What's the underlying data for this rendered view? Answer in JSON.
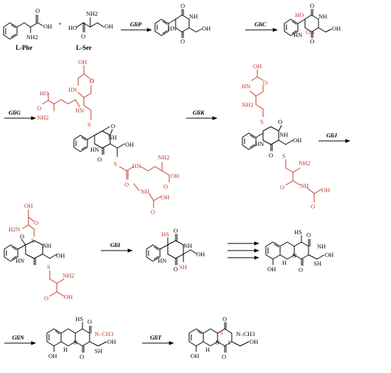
{
  "compounds": {
    "phe": {
      "name": "L-Phe",
      "oh": "OH",
      "o": "O",
      "nh2": "NH2"
    },
    "ser": {
      "name": "L-Ser",
      "ho": "HO",
      "o": "O",
      "nh2": "NH2",
      "oh": "OH"
    },
    "plus": "+",
    "dkp": {
      "hn": "HN",
      "nh": "NH",
      "o1": "O",
      "o2": "O",
      "oh": "OH"
    },
    "dihydroxy": {
      "hn": "HN",
      "nh": "NH",
      "o1": "O",
      "o2": "O",
      "oh1": "HO",
      "oh2": "OH",
      "oh3": "OH"
    },
    "bisGsh": {
      "oh1": "OH",
      "o1": "O",
      "hn": "HN",
      "o2": "O",
      "ho": "HO",
      "o3": "O",
      "nh2": "NH2",
      "hn2": "HN",
      "o4": "O",
      "s1": "S",
      "o5": "O",
      "hn3": "HN",
      "nh": "NH",
      "s2": "S",
      "oh2": "OH",
      "o6": "O",
      "hn4": "HN",
      "nh2b": "NH2",
      "o7": "O",
      "oh3": "OH",
      "o8": "O",
      "nh3": "NH",
      "o9": "O",
      "oh4": "OH"
    },
    "bisCysGly": {
      "oh1": "OH",
      "o1": "O",
      "hn": "HN",
      "nh2": "NH2",
      "o2": "O",
      "s1": "S",
      "o3": "O",
      "nh": "NH",
      "hn2": "HN",
      "s2": "S",
      "oh2": "OH",
      "o4": "O",
      "nh2b": "NH2",
      "o5": "O",
      "nh3": "NH",
      "o6": "O",
      "oh3": "OH"
    },
    "bisCys": {
      "oh1": "OH",
      "o1": "O",
      "h2n": "H2N",
      "s1": "S",
      "nh": "NH",
      "hn": "HN",
      "o2": "O",
      "s2": "S",
      "oh2": "OH",
      "nh2": "NH2",
      "o3": "O",
      "oh3": "OH"
    },
    "dithiol": {
      "hs": "HS",
      "o1": "O",
      "hn": "HN",
      "nh": "NH",
      "o2": "O",
      "sh": "SH",
      "oh": "OH"
    },
    "cyclohexadiene": {
      "hs": "HS",
      "o1": "O",
      "nh": "NH",
      "oh": "OH",
      "h": "H",
      "o2": "O",
      "sh": "SH",
      "oh2": "OH",
      "n": "N"
    },
    "methylated": {
      "hs": "HS",
      "o1": "O",
      "ch3": "N–CH3",
      "oh": "OH",
      "h": "H",
      "n": "N",
      "o2": "O",
      "sh": "SH",
      "oh2": "OH"
    },
    "gliotoxin": {
      "o1": "O",
      "s1": "S",
      "ch3": "N–CH3",
      "s2": "S",
      "oh": "OH",
      "h": "H",
      "n": "N",
      "o2": "O",
      "oh2": "OH"
    }
  },
  "enzymes": {
    "gliP": "GliP",
    "gliC": "GliC",
    "gliG": "GliG",
    "gliK": "GliK",
    "gliJ": "GliJ",
    "gliI": "GliI",
    "gliN": "GliN",
    "gliT": "GliT"
  },
  "colors": {
    "line": "#000000",
    "highlight": "#c0392b",
    "background": "#ffffff"
  }
}
